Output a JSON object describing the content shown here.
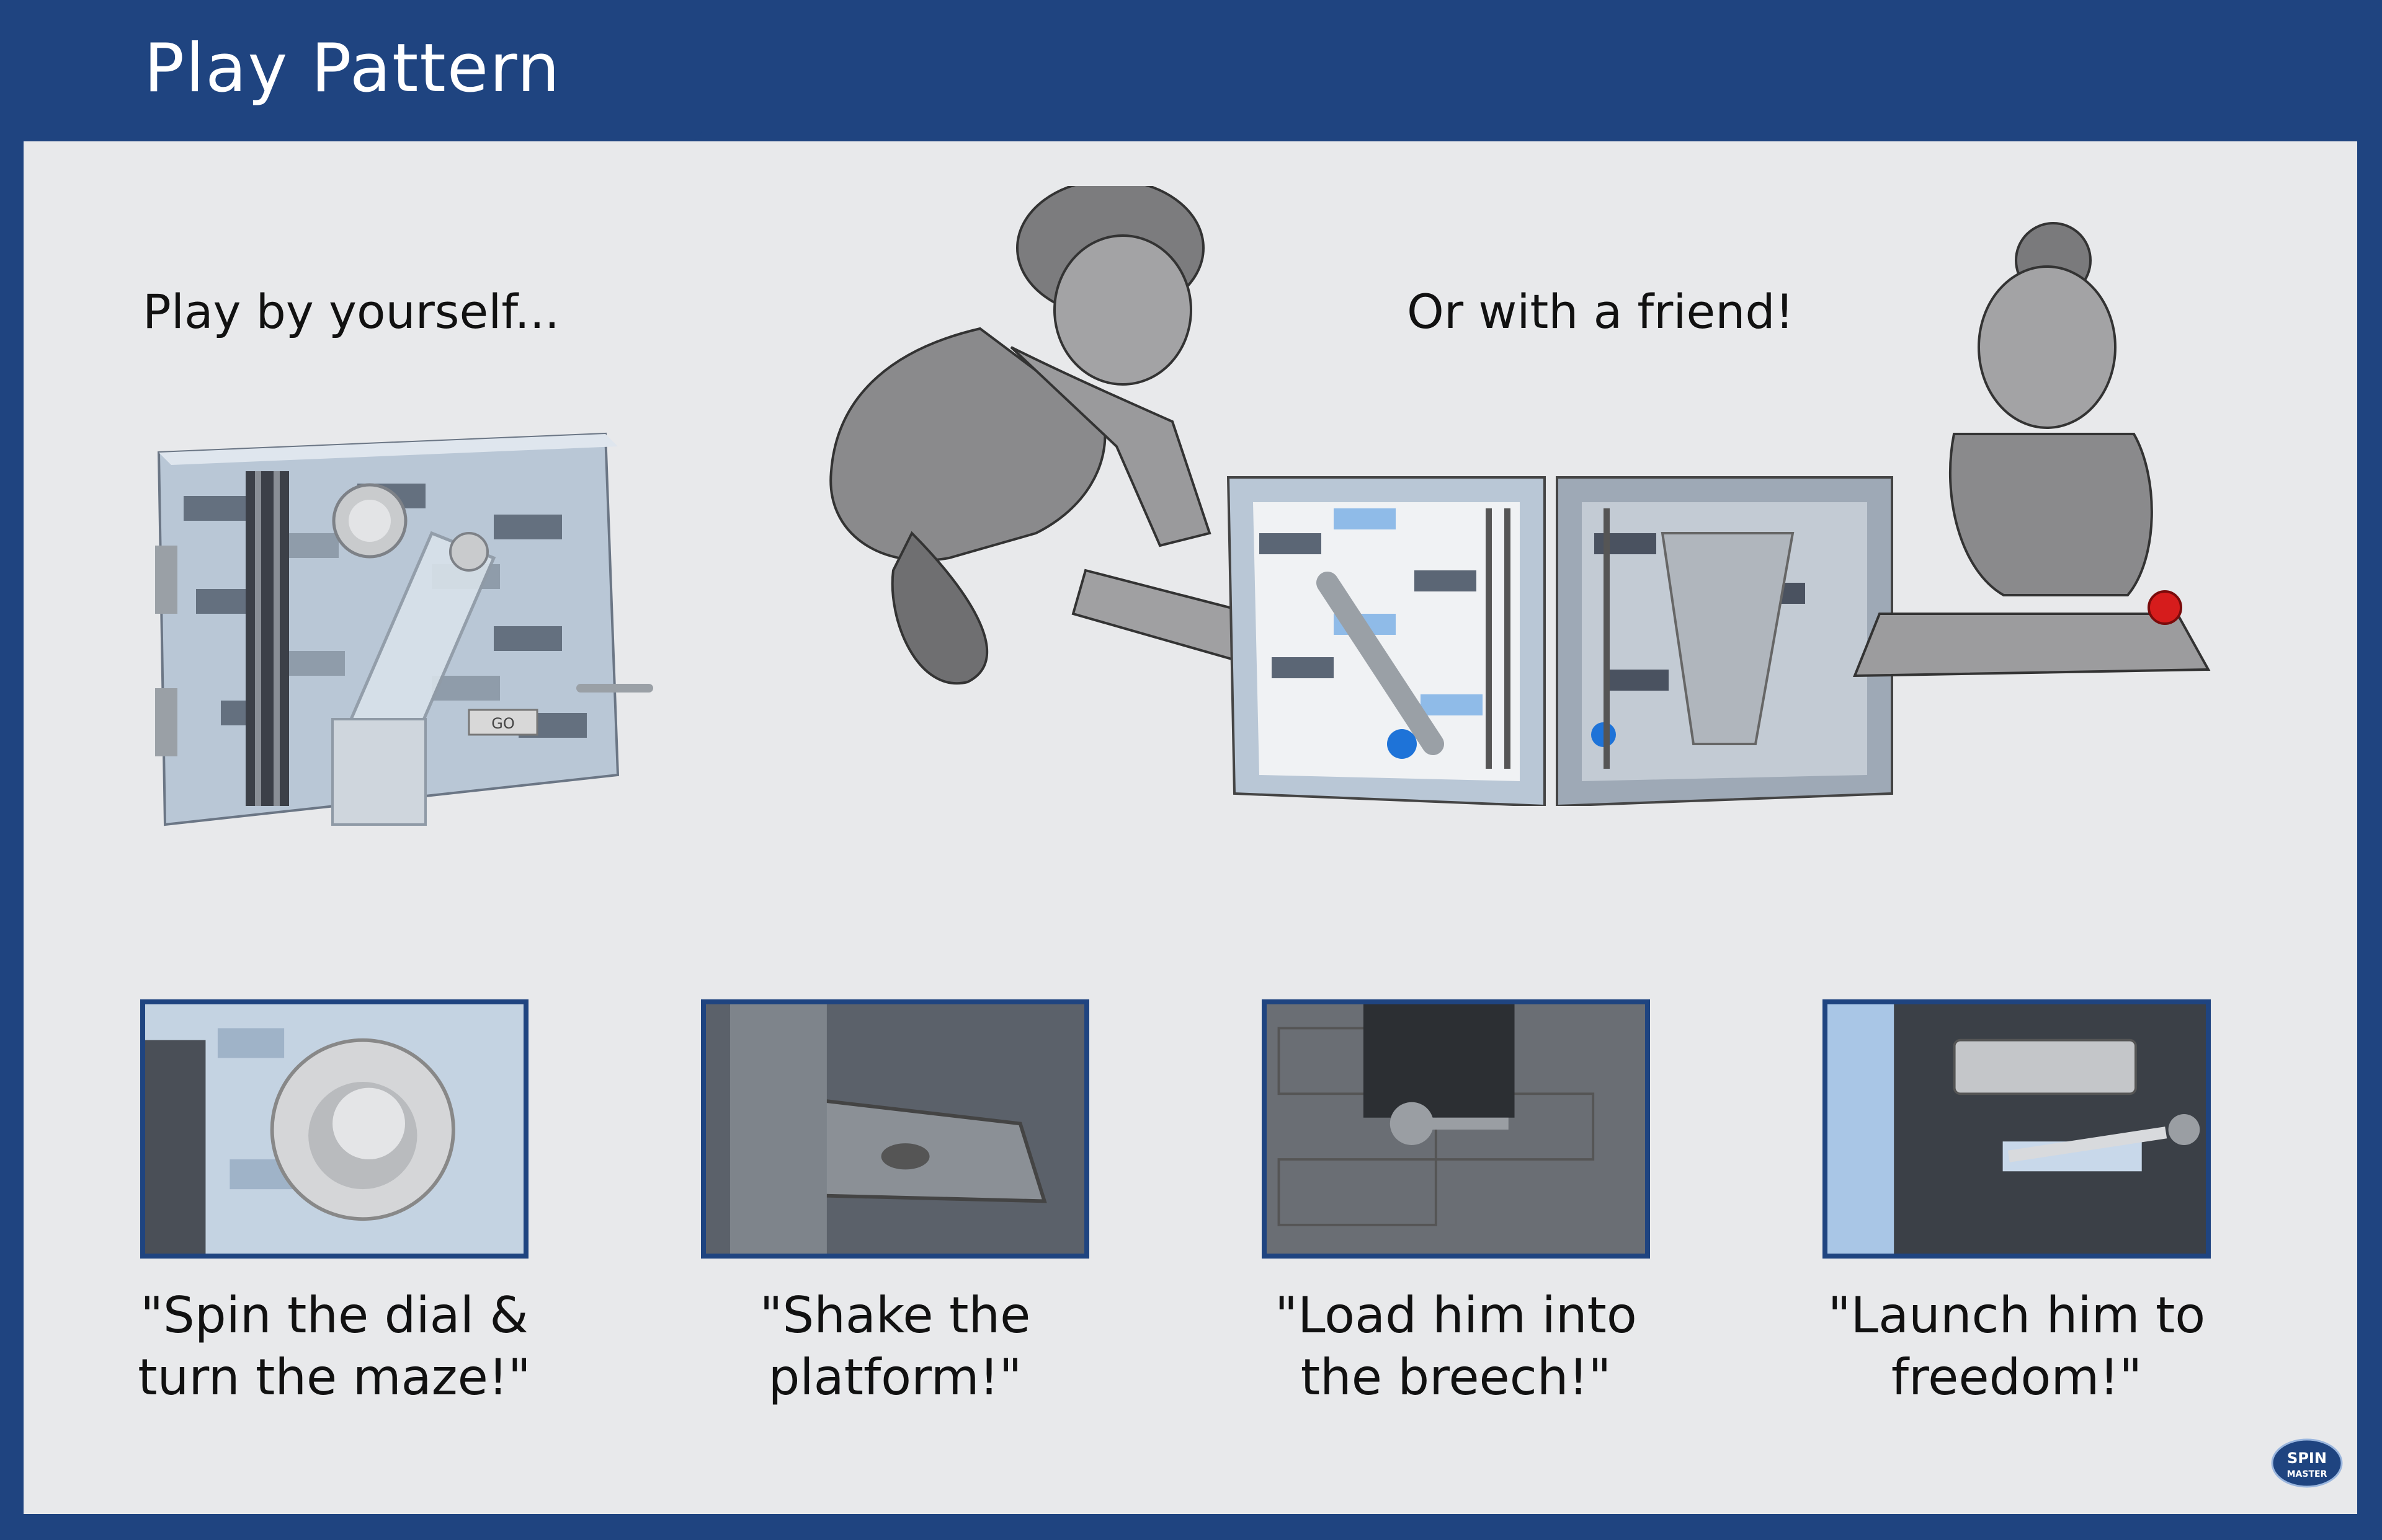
{
  "header": {
    "title": "Play Pattern"
  },
  "captions": {
    "solo": "Play by yourself...",
    "friend": "Or with a friend!"
  },
  "steps": [
    {
      "line1": "\"Spin the dial &",
      "line2": "turn the maze!\""
    },
    {
      "line1": "\"Shake the",
      "line2": "platform!\""
    },
    {
      "line1": "\"Load him into",
      "line2": "the breech!\""
    },
    {
      "line1": "\"Launch him to",
      "line2": "freedom!\""
    }
  ],
  "product": {
    "go_label": "GO"
  },
  "logo": {
    "line1": "SPIN",
    "line2": "MASTER"
  },
  "colors": {
    "frame": "#1f4480",
    "background": "#e8e9eb",
    "brick_light": "#b9c7d6",
    "brick_dark": "#5b6675",
    "blue_figure": "#1e73d8",
    "red_figure": "#d61c1c"
  }
}
